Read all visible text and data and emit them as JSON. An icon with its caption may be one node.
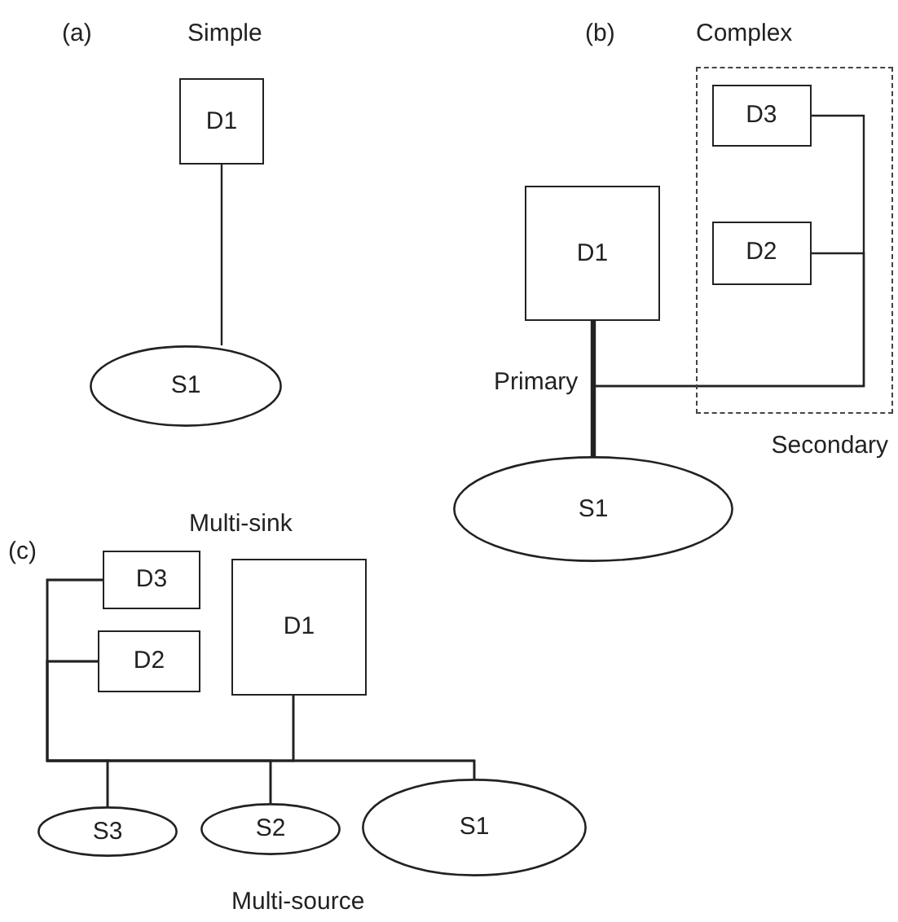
{
  "diagram": {
    "nodes": [
      {
        "text": [
          "D1"
        ]
      },
      {
        "text": [
          "S1"
        ]
      },
      {
        "text": [
          "Secondary"
        ]
      },
      {
        "text": [
          "D3"
        ],
        "in": 2
      },
      {
        "text": [
          "D2"
        ],
        "in": 2
      },
      {
        "text": [
          "D1"
        ]
      },
      {
        "text": [
          "S1"
        ]
      },
      {
        "text": [
          "D3"
        ]
      },
      {
        "text": [
          "D2"
        ]
      },
      {
        "text": [
          "D1"
        ]
      },
      {
        "text": [
          "S3"
        ]
      },
      {
        "text": [
          "S2"
        ]
      },
      {
        "text": [
          "S1"
        ]
      }
    ],
    "edges": [
      {
        "from": 0,
        "to": 1,
        "arrow": "none"
      },
      {
        "from": 5,
        "to": 6,
        "arrow": "none",
        "style": "thick",
        "label": "Primary"
      },
      {
        "from": 3,
        "to": 6,
        "arrow": "none"
      },
      {
        "from": 4,
        "to": 6,
        "arrow": "none"
      },
      {
        "from": 7,
        "to": 10,
        "arrow": "none"
      },
      {
        "from": 7,
        "to": 11,
        "arrow": "none"
      },
      {
        "from": 7,
        "to": 12,
        "arrow": "none"
      },
      {
        "from": 8,
        "to": 10,
        "arrow": "none"
      },
      {
        "from": 8,
        "to": 11,
        "arrow": "none"
      },
      {
        "from": 8,
        "to": 12,
        "arrow": "none"
      },
      {
        "from": 9,
        "to": 10,
        "arrow": "none"
      },
      {
        "from": 9,
        "to": 11,
        "arrow": "none"
      },
      {
        "from": 9,
        "to": 12,
        "arrow": "none"
      }
    ],
    "labels": [
      "(a)",
      "Simple",
      "(b)",
      "Complex",
      "(c)",
      "Multi-sink",
      "Multi-source"
    ]
  }
}
